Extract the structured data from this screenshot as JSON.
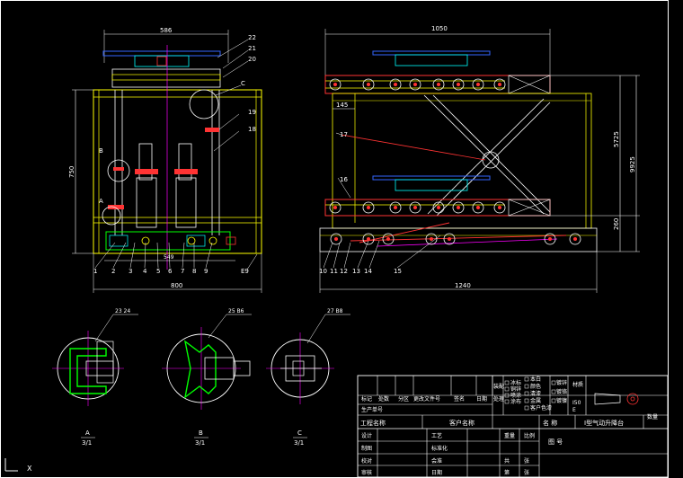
{
  "drawing": {
    "front_view": {
      "dim_top": "586",
      "dim_height": "750",
      "dim_bottom": "800",
      "dim_right": "E9",
      "dim_inner": "549",
      "balloons_bottom": [
        "1",
        "2",
        "3",
        "4",
        "5",
        "6",
        "7",
        "8",
        "9"
      ],
      "balloons_right": [
        "22",
        "21",
        "20",
        "C",
        "19",
        "18"
      ],
      "balloons_left": [
        "B",
        "A"
      ]
    },
    "side_view": {
      "dim_top": "1050",
      "dim_bottom": "1240",
      "dim_right_1": "5725",
      "dim_right_2": "9925",
      "dim_right_3": "260",
      "dim_left": "145",
      "balloons_bottom": [
        "10",
        "11",
        "12",
        "13",
        "14",
        "15"
      ],
      "balloons_side": [
        "17",
        "16"
      ]
    },
    "details": [
      {
        "callout": "23 24",
        "label_top": "A",
        "label_bottom": "3/1"
      },
      {
        "callout": "25 B6",
        "label_top": "B",
        "label_bottom": "3/1"
      },
      {
        "callout": "27 B8",
        "label_top": "C",
        "label_bottom": "3/1"
      }
    ]
  },
  "title_block": {
    "rev_headers": [
      "标记",
      "处数",
      "分区",
      "更改文件号",
      "签名",
      "日期"
    ],
    "process_headers": [
      "装配",
      "处理"
    ],
    "checks": [
      "冰标",
      "铜锌",
      "喷涂",
      "涂布"
    ],
    "checks2": [
      "本白",
      "颜色",
      "清漆",
      "金属",
      "客户色漆"
    ],
    "checks3": [
      "镀锌",
      "镀铬",
      "镀镍"
    ],
    "material_header": "材质",
    "part_no": "生产单号",
    "spec": "I50\nE",
    "project_name_label": "工程名称",
    "customer_label": "客户名称",
    "name_label": "名 称",
    "name_value": "I型气动升降台",
    "quantity_label": "数量",
    "rows": [
      {
        "a": "设计",
        "b": "工艺",
        "c": "重量",
        "d": "比例"
      },
      {
        "a": "制图",
        "b": "标准化"
      },
      {
        "a": "校对",
        "b": "会准",
        "c": "共",
        "d": "张"
      },
      {
        "a": "审核",
        "b": "日期",
        "c": "第",
        "d": "张"
      }
    ],
    "drawing_no_label": "图 号"
  },
  "ucs": {
    "label": "X"
  }
}
